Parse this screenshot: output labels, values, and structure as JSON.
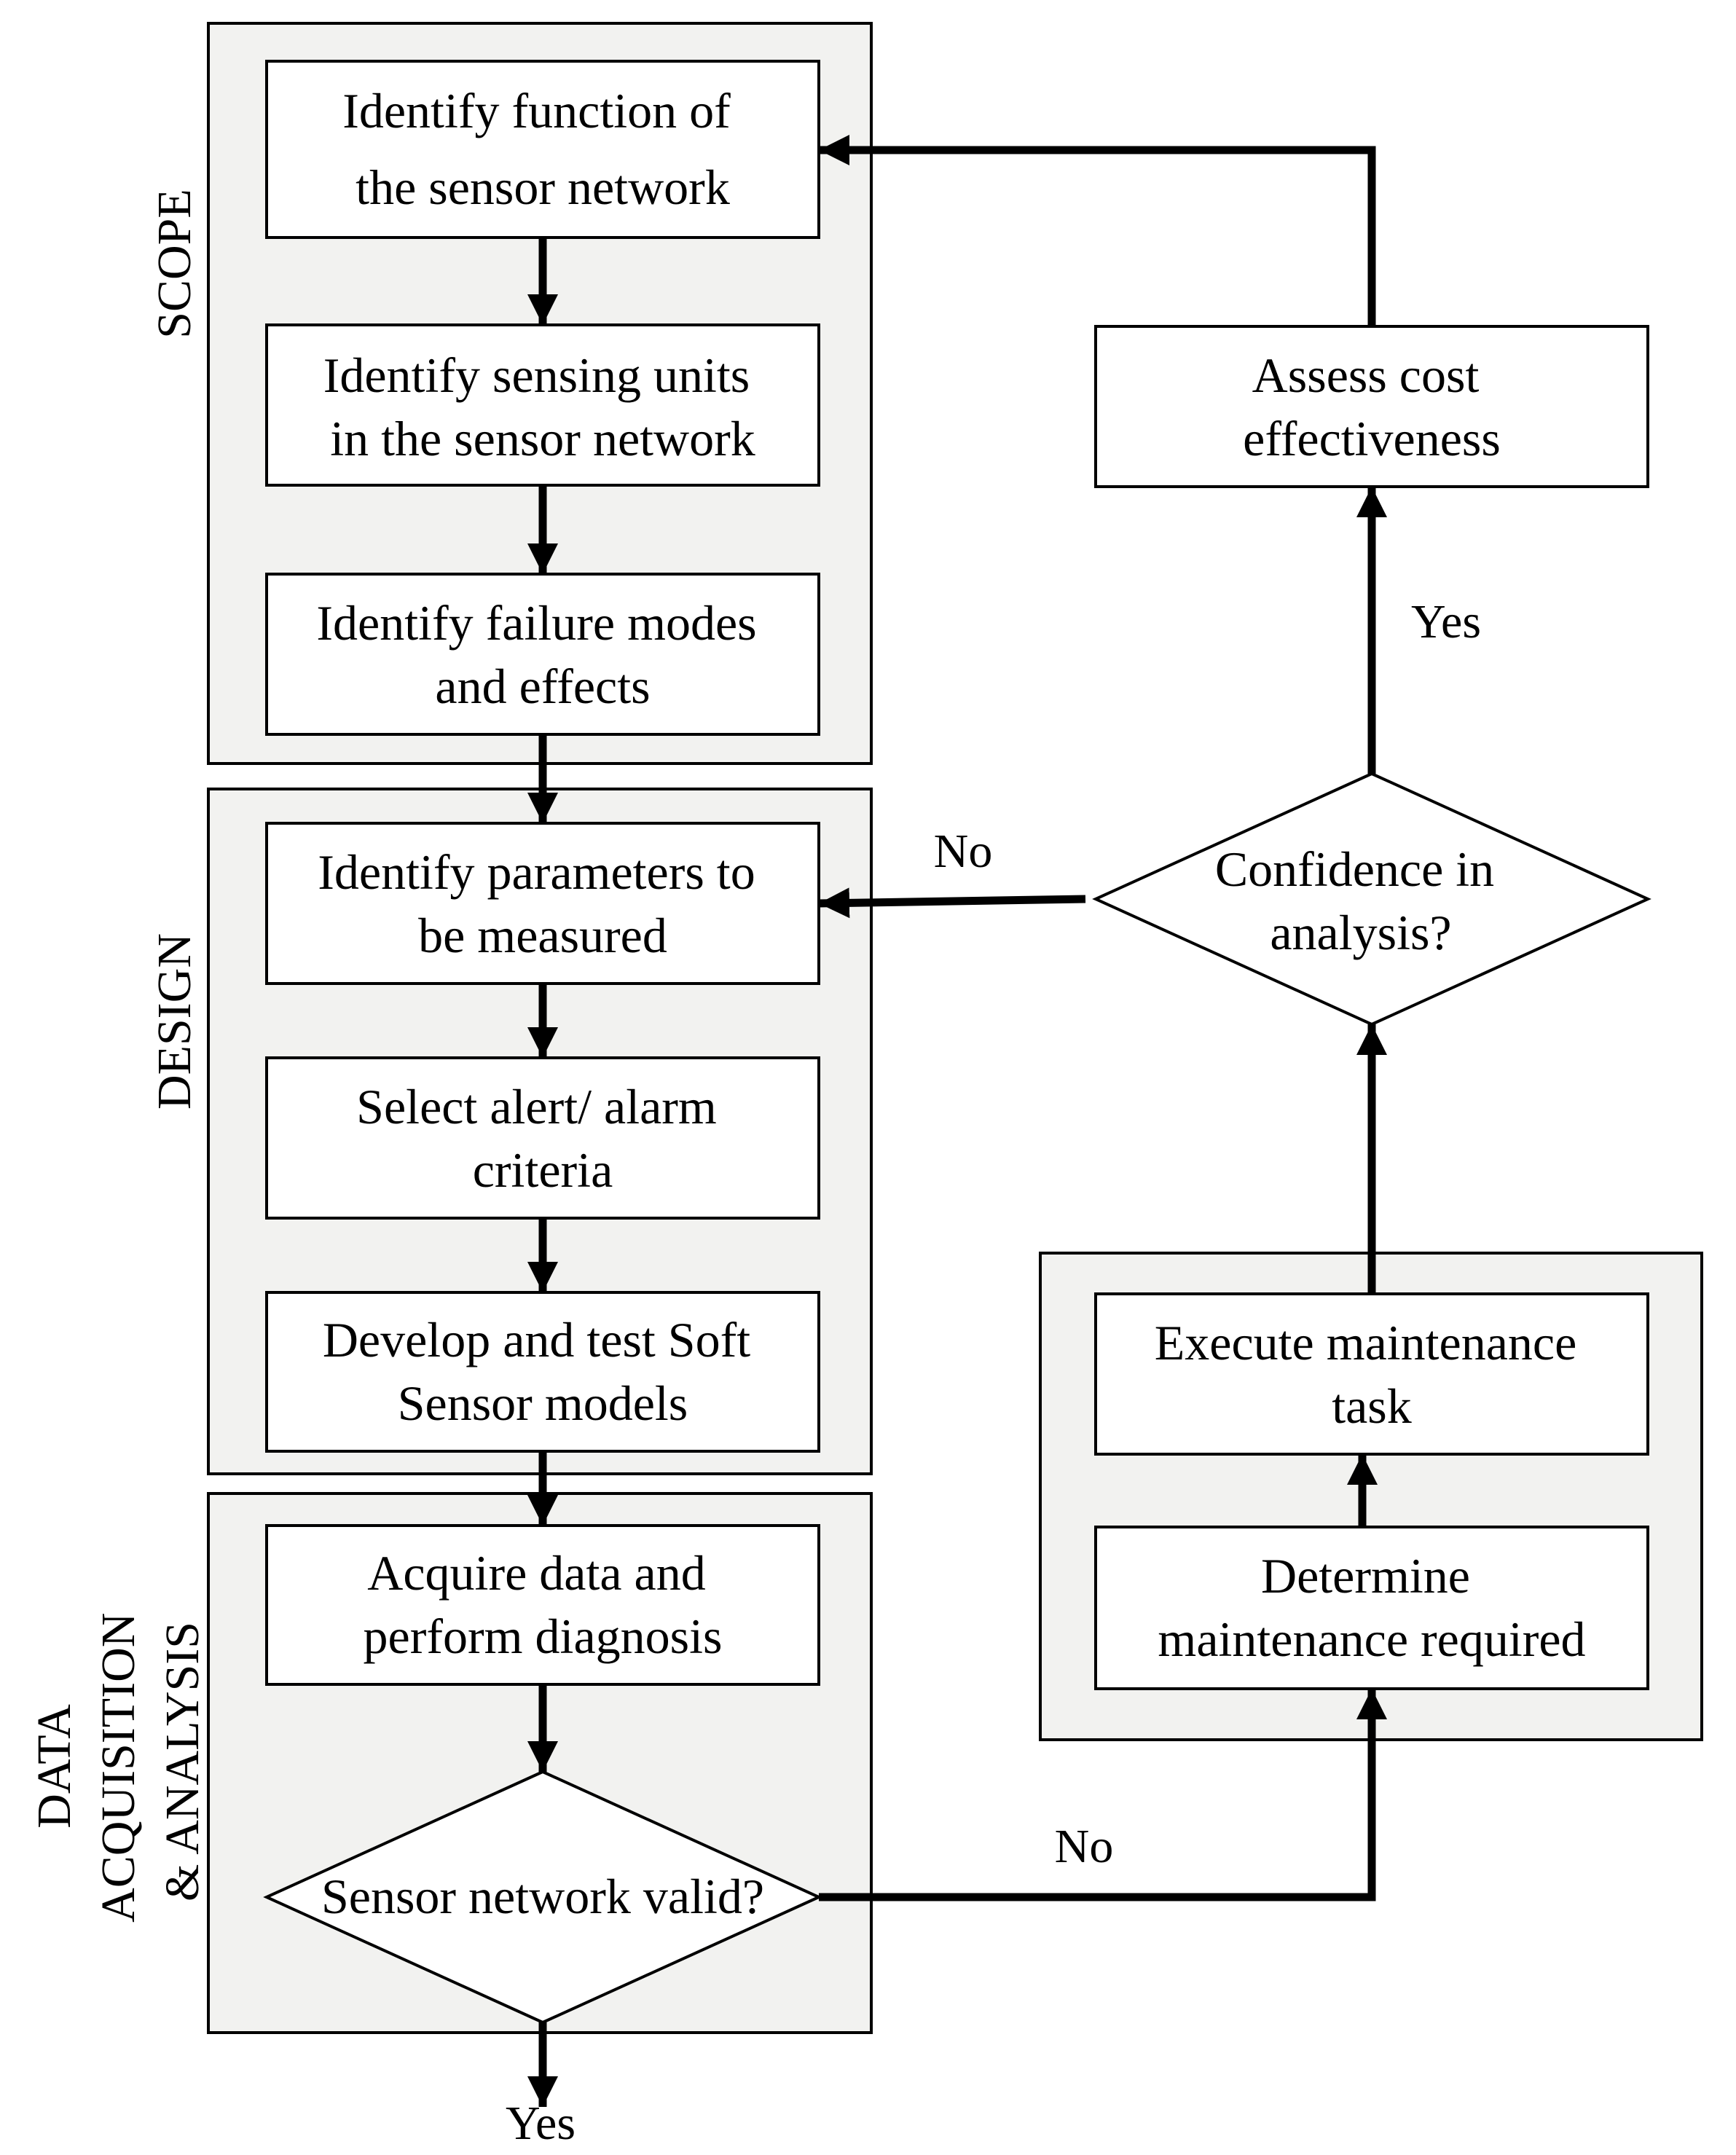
{
  "sections": {
    "scope": "SCOPE",
    "design": "DESIGN",
    "data_acquisition": [
      "DATA",
      "ACQUISITION",
      "& ANALYSIS"
    ]
  },
  "nodes": {
    "identify_function": [
      "Identify function of",
      "the sensor network"
    ],
    "identify_sensing_units": [
      "Identify sensing units",
      "in the sensor network"
    ],
    "identify_failure_modes": [
      "Identify failure modes",
      "and effects"
    ],
    "identify_parameters": [
      "Identify parameters to",
      "be measured"
    ],
    "select_alert": [
      "Select alert/ alarm",
      "criteria"
    ],
    "develop_test": [
      "Develop and test Soft",
      "Sensor models"
    ],
    "acquire_data": [
      "Acquire data and",
      "perform diagnosis"
    ],
    "sensor_valid": [
      "Sensor network valid?"
    ],
    "determine_maintenance": [
      "Determine",
      "maintenance required"
    ],
    "execute_maintenance": [
      "Execute maintenance",
      "task"
    ],
    "confidence": [
      "Confidence in",
      "analysis?"
    ],
    "assess_cost": [
      "Assess cost",
      "effectiveness"
    ]
  },
  "edge_labels": {
    "confidence_no": "No",
    "confidence_yes": "Yes",
    "sensor_no": "No",
    "sensor_yes": "Yes"
  }
}
